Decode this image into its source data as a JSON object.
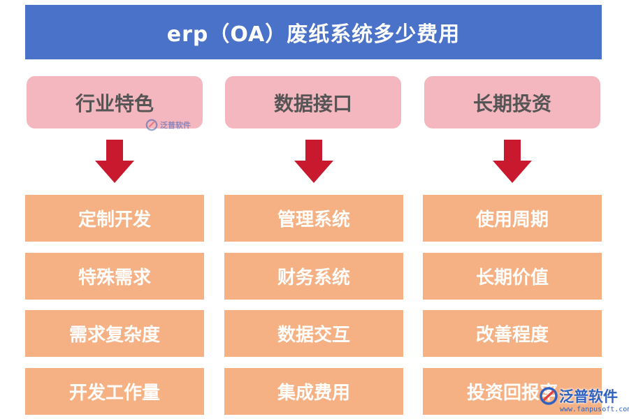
{
  "title": "erp（OA）废纸系统多少费用",
  "colors": {
    "title_bg": "#4a72c8",
    "header_bg": "#f4b6bf",
    "item_bg": "#f5b183",
    "arrow": "#c8192f"
  },
  "columns": [
    {
      "header": "行业特色",
      "items": [
        "定制开发",
        "特殊需求",
        "需求复杂度",
        "开发工作量"
      ]
    },
    {
      "header": "数据接口",
      "items": [
        "管理系统",
        "财务系统",
        "数据交互",
        "集成费用"
      ]
    },
    {
      "header": "长期投资",
      "items": [
        "使用周期",
        "长期价值",
        "改善程度",
        "投资回报率"
      ]
    }
  ],
  "watermark": {
    "brand": "泛普软件",
    "url": "www.fanpusoft.com"
  }
}
